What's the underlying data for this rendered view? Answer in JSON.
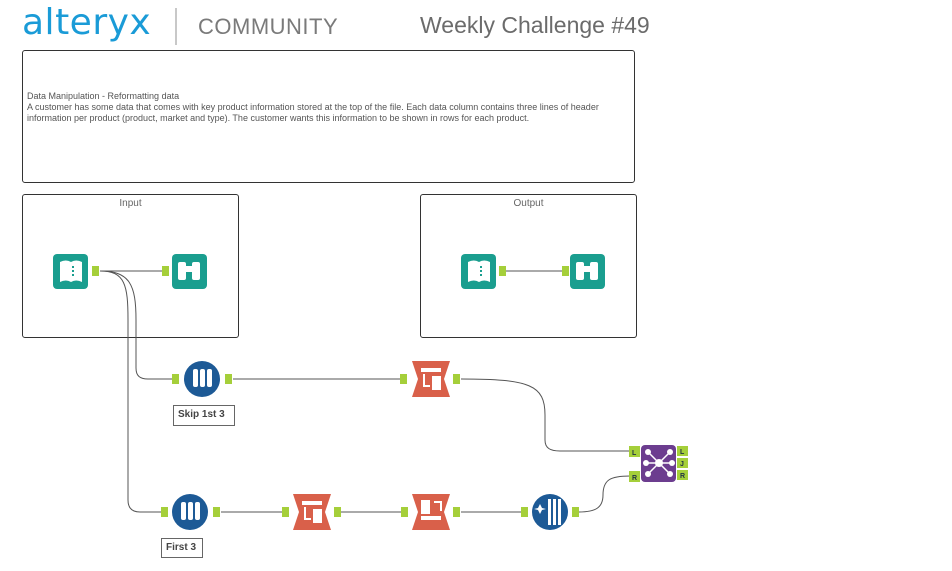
{
  "header": {
    "logo": "alteryx",
    "community": "COMMUNITY",
    "challenge": "Weekly Challenge #49"
  },
  "description": {
    "title": "Data Manipulation - Reformatting data",
    "body": "A customer has some data that comes with key product information stored at the top of the file.  Each data column contains three lines of header information per product (product, market and type).  The customer wants this information to be shown in rows for each product."
  },
  "containers": {
    "input": "Input",
    "output": "Output"
  },
  "annotations": {
    "skip": "Skip 1st 3",
    "first": "First 3"
  },
  "join_anchors": {
    "left": "L",
    "right": "R",
    "out_left": "L",
    "out_join": "J",
    "out_right": "R"
  },
  "colors": {
    "input_tool": "#1a9e8f",
    "browse_tool": "#1a9e8f",
    "sample_tool": "#1d5a96",
    "transpose_tool": "#d9604a",
    "join_tool": "#6c3d8f",
    "anchor": "#a5cf3a",
    "logo": "#1a9bd7"
  },
  "icons": {
    "input": "input-data-icon",
    "browse": "browse-binoculars-icon",
    "sample": "sample-tubes-icon",
    "transpose": "transpose-icon",
    "crosstab": "crosstab-icon",
    "join": "join-icon",
    "multirow": "multi-row-formula-icon"
  }
}
